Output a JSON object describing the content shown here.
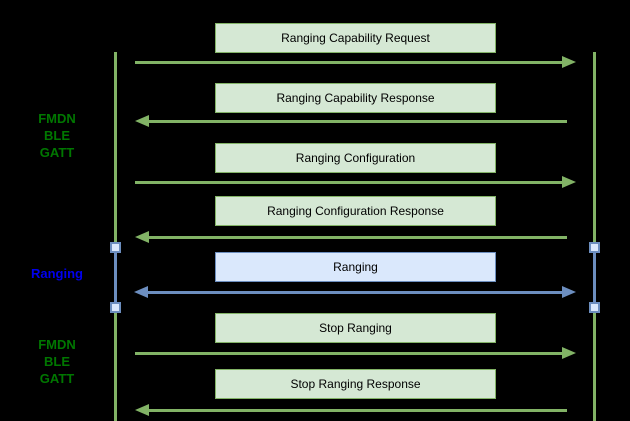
{
  "diagram": {
    "type": "sequence-diagram",
    "background_color": "#000000",
    "palette": {
      "green_stroke": "#82b366",
      "green_fill": "#d5e8d4",
      "green_label_text": "#007700",
      "blue_stroke": "#6c8ebf",
      "blue_fill": "#dae8fc",
      "blue_label_text": "#0000ee",
      "message_text": "#000000"
    },
    "side_labels": [
      {
        "id": "fmdn-ble-gatt-top",
        "lines": [
          "FMDN",
          "BLE",
          "GATT"
        ],
        "color_role": "green"
      },
      {
        "id": "ranging-phase",
        "lines": [
          "Ranging"
        ],
        "color_role": "blue"
      },
      {
        "id": "fmdn-ble-gatt-bottom",
        "lines": [
          "FMDN",
          "BLE",
          "GATT"
        ],
        "color_role": "green"
      }
    ],
    "messages": [
      {
        "label": "Ranging Capability Request",
        "direction": "right",
        "style": "green"
      },
      {
        "label": "Ranging Capability Response",
        "direction": "left",
        "style": "green"
      },
      {
        "label": "Ranging Configuration",
        "direction": "right",
        "style": "green"
      },
      {
        "label": "Ranging Configuration Response",
        "direction": "left",
        "style": "green"
      },
      {
        "label": "Ranging",
        "direction": "both",
        "style": "blue"
      },
      {
        "label": "Stop Ranging",
        "direction": "right",
        "style": "green"
      },
      {
        "label": "Stop Ranging Response",
        "direction": "left",
        "style": "green"
      }
    ]
  }
}
